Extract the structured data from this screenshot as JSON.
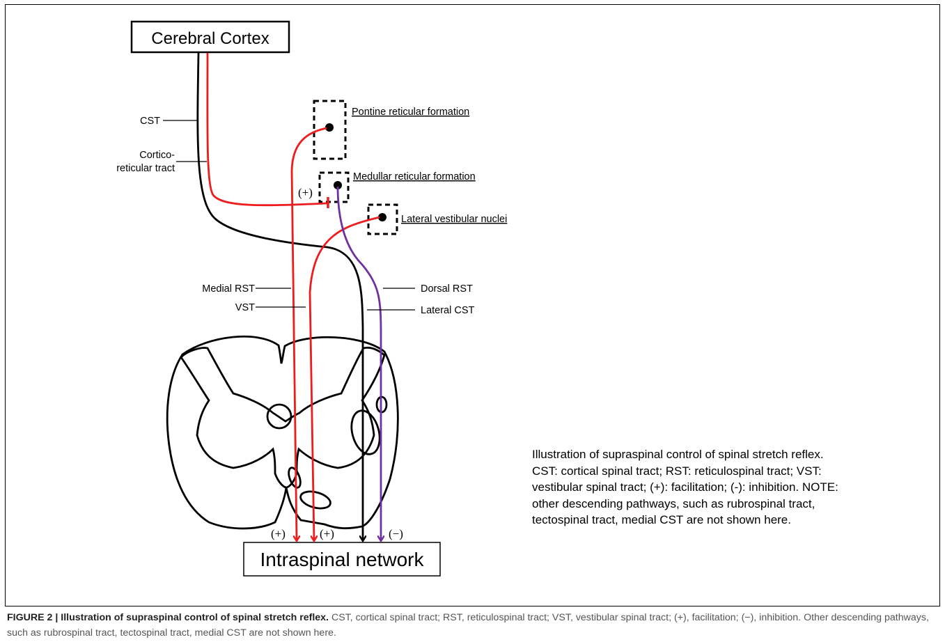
{
  "diagram": {
    "boxes": {
      "cortex": "Cerebral Cortex",
      "network": "Intraspinal network"
    },
    "nuclei": {
      "pontine": "Pontine reticular formation",
      "medullar": "Medullar reticular formation",
      "vestibular": "Lateral vestibular nuclei"
    },
    "tract_labels": {
      "cst": "CST",
      "cortico_line1": "Cortico-",
      "cortico_line2": "reticular tract",
      "medial_rst": "Medial RST",
      "vst": "VST",
      "dorsal_rst": "Dorsal RST",
      "lateral_cst": "Lateral CST"
    },
    "signs": {
      "synapse_plus": "(+)",
      "plus_1": "(+)",
      "plus_2": "(+)",
      "minus": "(−)"
    },
    "colors": {
      "excitatory": "#ee1c1c",
      "inhibitory": "#7030a0",
      "cst": "#000000"
    },
    "note": "Illustration of supraspinal control of spinal stretch reflex. CST: cortical spinal tract; RST: reticulospinal tract; VST: vestibular spinal tract; (+): facilitation; (-): inhibition. NOTE: other descending pathways, such as rubrospinal tract, tectospinal tract, medial CST are not shown here."
  },
  "caption": {
    "figure_number": "FIGURE 2 |",
    "title": "Illustration of supraspinal control of spinal stretch reflex.",
    "text": "CST, cortical spinal tract; RST, reticulospinal tract; VST, vestibular spinal tract; (+), facilitation; (−), inhibition. Other descending pathways, such as rubrospinal tract, tectospinal tract, medial CST are not shown here."
  }
}
